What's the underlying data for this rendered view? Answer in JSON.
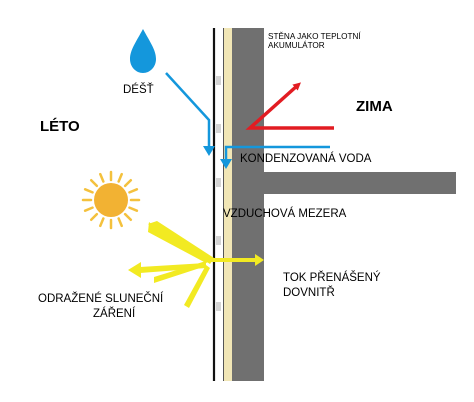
{
  "labels": {
    "wall_note_line1": "STĚNA JAKO TEPLOTNÍ",
    "wall_note_line2": "AKUMULÁTOR",
    "rain": "DÉŠŤ",
    "winter": "ZIMA",
    "summer": "LÉTO",
    "condensed_water": "KONDENZOVANÁ VODA",
    "air_gap": "VZDUCHOVÁ MEZERA",
    "heat_flow_line1": "TOK PŘENÁŠENÝ",
    "heat_flow_line2": "DOVNITŘ",
    "reflected_line1": "ODRAŽENÉ SLUNEČNÍ",
    "reflected_line2": "ZÁŘENÍ"
  },
  "colors": {
    "wall": "#707070",
    "insulation": "#f1e6b6",
    "rain": "#1497dc",
    "winter_arrow": "#e21c22",
    "sun": "#f2b233",
    "sun_rays": "#f4c13d",
    "solar_arrows": "#f2ea22"
  },
  "icons": {
    "drop": "water-drop-icon",
    "sun": "sun-icon"
  }
}
